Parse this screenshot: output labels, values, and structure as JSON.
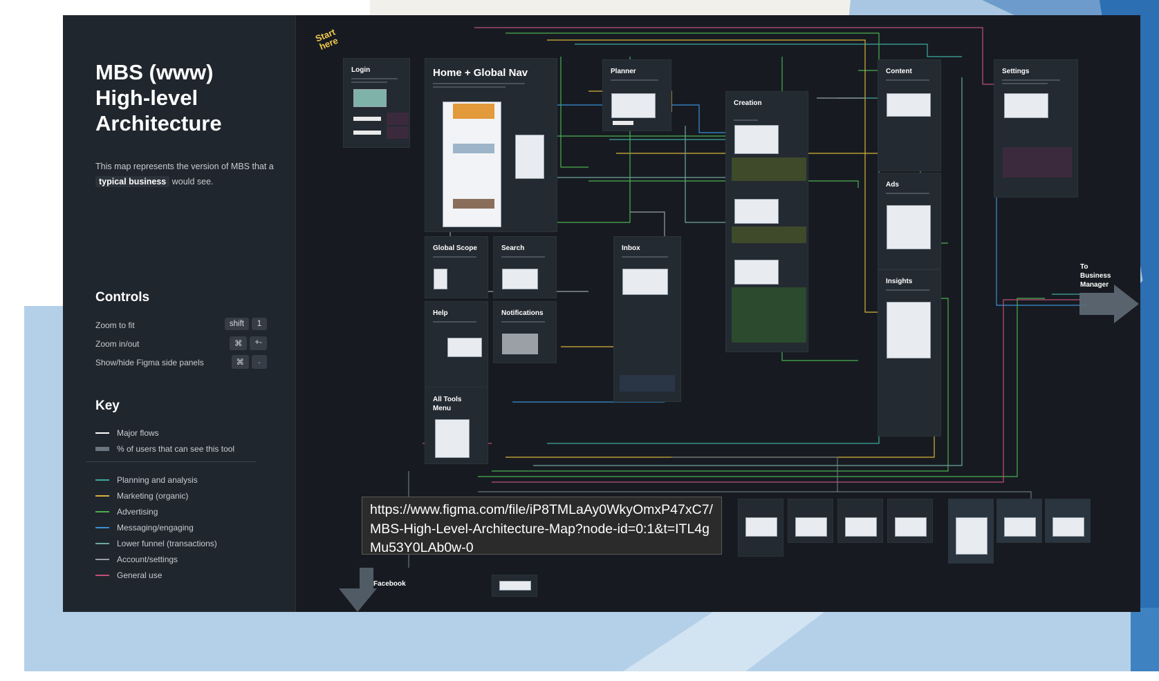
{
  "diagram": {
    "title": "MBS (www)\nHigh-level\nArchitecture",
    "description_pre": "This map represents the version of MBS that a",
    "description_highlight": "typical business",
    "description_post": "would see.",
    "controls_heading": "Controls",
    "controls": [
      {
        "label": "Zoom to fit",
        "keys": [
          "shift",
          "1"
        ]
      },
      {
        "label": "Zoom in/out",
        "keys": [
          "⌘",
          "+-"
        ]
      },
      {
        "label": "Show/hide Figma side panels",
        "keys": [
          "⌘",
          "."
        ]
      }
    ],
    "key_heading": "Key",
    "key_items": [
      {
        "label": "Major flows",
        "color": "#ffffff"
      },
      {
        "label": "% of users that can see this tool",
        "color": "#6b7580"
      }
    ],
    "legend": [
      {
        "label": "Planning and analysis",
        "color": "#3fa9a0"
      },
      {
        "label": "Marketing (organic)",
        "color": "#d8b23a"
      },
      {
        "label": "Advertising",
        "color": "#4caf50"
      },
      {
        "label": "Messaging/engaging",
        "color": "#3a8fd8"
      },
      {
        "label": "Lower funnel (transactions)",
        "color": "#6fa7a0"
      },
      {
        "label": "Account/settings",
        "color": "#9aa0a6"
      },
      {
        "label": "General use",
        "color": "#c0507a"
      }
    ],
    "start_label": "Start\nhere",
    "exit_label": "To\nBusiness\nManager",
    "bottom_label": "Facebook",
    "nodes": {
      "login": "Login",
      "home": "Home + Global Nav",
      "planner": "Planner",
      "creation": "Creation",
      "content": "Content",
      "settings": "Settings",
      "global_scope": "Global Scope",
      "search": "Search",
      "inbox": "Inbox",
      "ads": "Ads",
      "help": "Help",
      "notifications": "Notifications",
      "insights": "Insights",
      "all_tools": "All Tools\nMenu"
    }
  },
  "tooltip": {
    "url": "https://www.figma.com/file/iP8TMLaAy0WkyOmxP47xC7/MBS-High-Level-Architecture-Map?node-id=0:1&t=ITL4gMu53Y0LAb0w-0"
  },
  "colors": {
    "background_accent": "#4a90c8",
    "frame": "#171b21",
    "panel": "#20262d"
  }
}
